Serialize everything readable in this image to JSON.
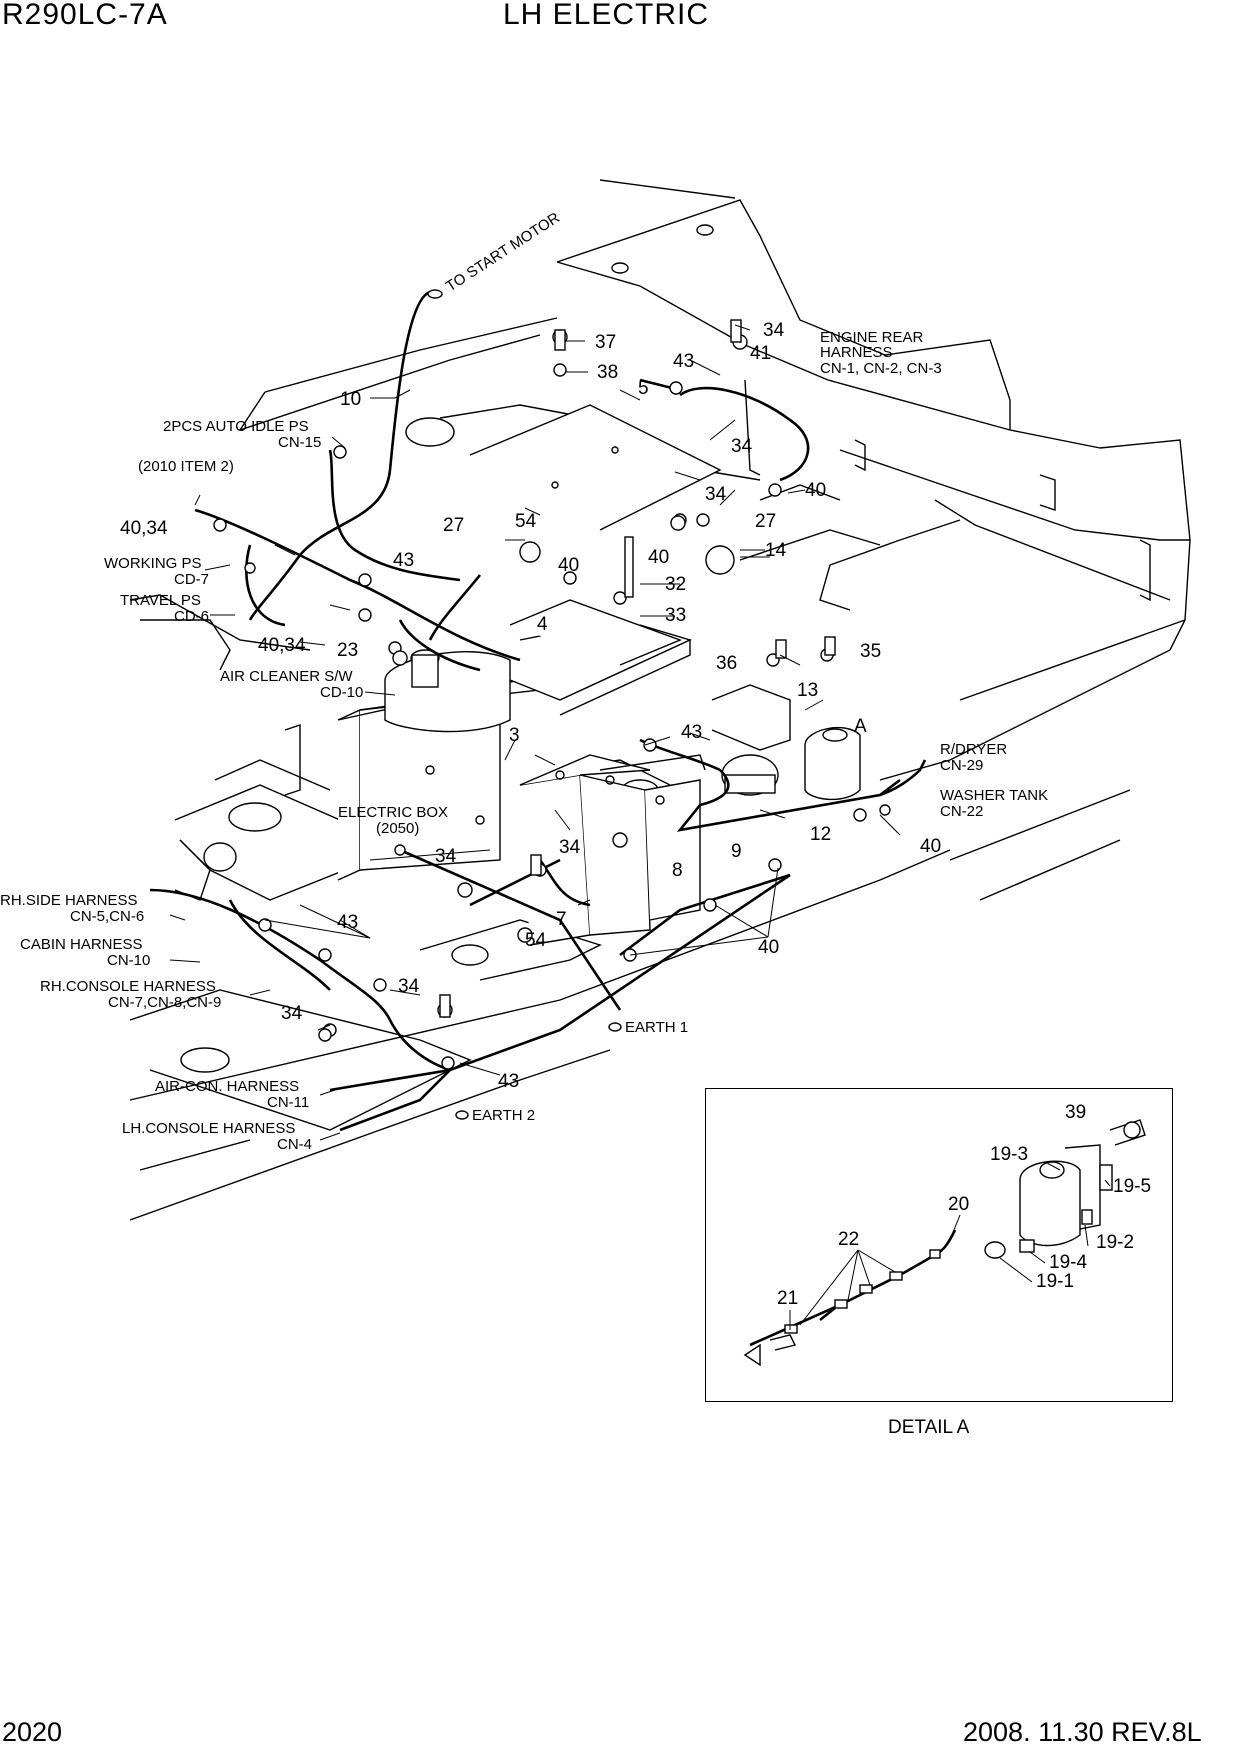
{
  "header": {
    "model": "R290LC-7A",
    "title": "LH ELECTRIC"
  },
  "footer": {
    "page": "2020",
    "date_rev": "2008. 11.30  REV.8L"
  },
  "callouts": {
    "c34a": "34",
    "c37": "37",
    "c38": "38",
    "c43a": "43",
    "c41": "41",
    "c5": "5",
    "c34b": "34",
    "c34c": "34",
    "c40a": "40",
    "c27a": "27",
    "c54a": "54",
    "c27b": "27",
    "c40b": "40",
    "c14": "14",
    "c10": "10",
    "c4034a": "40,34",
    "c43b": "43",
    "c40c": "40",
    "c32": "32",
    "c33": "33",
    "c4": "4",
    "c4034b": "40,34",
    "c23": "23",
    "c36": "36",
    "c35": "35",
    "c13": "13",
    "c43c": "43",
    "c3": "3",
    "cA": "A",
    "c12": "12",
    "c40d": "40",
    "c9": "9",
    "c8": "8",
    "c34d": "34",
    "c34e": "34",
    "c7": "7",
    "c54b": "54",
    "c43d": "43",
    "c40e": "40",
    "c34f": "34",
    "c34g": "34",
    "c43e": "43"
  },
  "labels": {
    "to_start_motor": "TO START MOTOR",
    "engine_rear_harness_l1": "ENGINE REAR",
    "engine_rear_harness_l2": "HARNESS",
    "engine_rear_harness_l3": "CN-1, CN-2, CN-3",
    "auto_idle_l1": "2PCS AUTO IDLE PS",
    "auto_idle_l2": "CN-15",
    "item_2010": "(2010 ITEM 2)",
    "working_ps_l1": "WORKING PS",
    "working_ps_l2": "CD-7",
    "travel_ps_l1": "TRAVEL PS",
    "travel_ps_l2": "CD-6",
    "air_cleaner_l1": "AIR CLEANER S/W",
    "air_cleaner_l2": "CD-10",
    "electric_box_l1": "ELECTRIC BOX",
    "electric_box_l2": "(2050)",
    "rdryer_l1": "R/DRYER",
    "rdryer_l2": "CN-29",
    "washer_l1": "WASHER TANK",
    "washer_l2": "CN-22",
    "rh_side_l1": "RH.SIDE HARNESS",
    "rh_side_l2": "CN-5,CN-6",
    "cabin_l1": "CABIN HARNESS",
    "cabin_l2": "CN-10",
    "rh_console_l1": "RH.CONSOLE HARNESS",
    "rh_console_l2": "CN-7,CN-8,CN-9",
    "earth1": "EARTH 1",
    "earth2": "EARTH 2",
    "aircon_l1": "AIR-CON. HARNESS",
    "aircon_l2": "CN-11",
    "lh_console_l1": "LH.CONSOLE HARNESS",
    "lh_console_l2": "CN-4"
  },
  "detail": {
    "caption": "DETAIL  A",
    "c39": "39",
    "c19_3": "19-3",
    "c19_5": "19-5",
    "c20": "20",
    "c22": "22",
    "c19_2": "19-2",
    "c19_4": "19-4",
    "c19_1": "19-1",
    "c21": "21"
  }
}
